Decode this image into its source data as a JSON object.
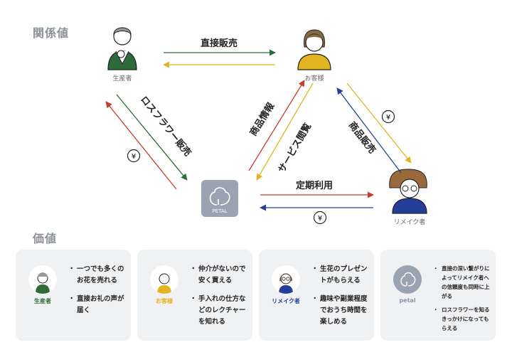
{
  "sections": {
    "relation": "関係値",
    "value": "価値"
  },
  "nodes": {
    "producer": "生産者",
    "customer": "お客様",
    "remaker": "リメイク者",
    "petal": "PETAL"
  },
  "edges": {
    "direct_sales": "直接販売",
    "loss_flower_sales": "ロスフラワー販売",
    "product_info": "商品情報",
    "service_browse": "サービス閲覧",
    "product_sales": "商品販売",
    "subscription": "定期利用",
    "yen": "¥"
  },
  "colors": {
    "green": "#2e6b3a",
    "red": "#cc3a2b",
    "yellow": "#e2b41f",
    "blue": "#233f9a"
  },
  "values": [
    {
      "name": "生産者",
      "name_color": "#2e6b3a",
      "points": [
        "一つでも多くのお花を売れる",
        "直接お礼の声が届く"
      ]
    },
    {
      "name": "お客様",
      "name_color": "#e2b41f",
      "points": [
        "仲介がないので安く買える",
        "手入れの仕方などのレクチャーを知れる"
      ]
    },
    {
      "name": "リメイク者",
      "name_color": "#233f9a",
      "points": [
        "生花のプレゼントがもらえる",
        "趣味や副業程度でおうち時間を楽しめる"
      ]
    },
    {
      "name": "petal",
      "name_color": "#8a94a6",
      "points": [
        "直接の深い繋がりによってリメイク者への信頼度も同時に上がる",
        "ロスフラワーを知るきっかけになってもらえる"
      ]
    }
  ]
}
